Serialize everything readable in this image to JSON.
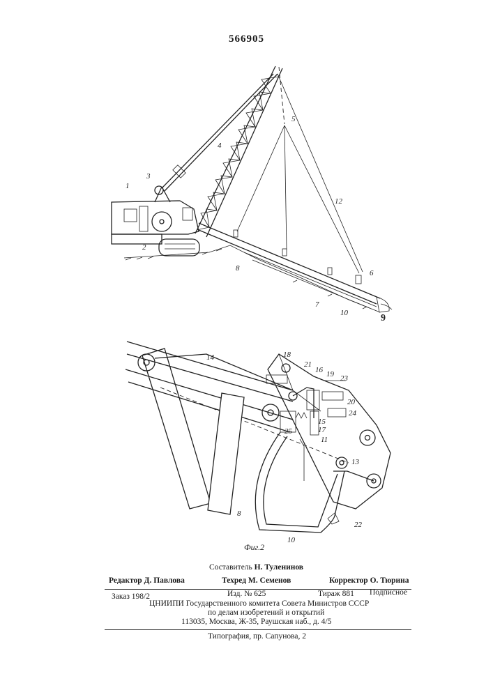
{
  "patent_number": "566905",
  "figure_caption": "Фиг.2",
  "figure1_labels": {
    "l1": "1",
    "l2": "2",
    "l3": "3",
    "l4": "4",
    "l5": "5",
    "l6": "6",
    "l7": "7",
    "l8": "8",
    "l9": "9",
    "l10": "10",
    "l12": "12"
  },
  "figure2_labels": {
    "l8": "8",
    "l10": "10",
    "l11": "11",
    "l13": "13",
    "l14": "14",
    "l15": "15",
    "l16": "16",
    "l17": "17",
    "l18": "18",
    "l19": "19",
    "l20": "20",
    "l21": "21",
    "l22": "22",
    "l23": "23",
    "l24": "24",
    "l25": "25"
  },
  "imprint": {
    "compiler_label": "Составитель",
    "compiler_name": "Н. Туленинов",
    "editor_label": "Редактор",
    "editor_name": "Д. Павлова",
    "techred_label": "Техред",
    "techred_name": "М. Семенов",
    "corrector_label": "Корректор",
    "corrector_name": "О. Тюрина",
    "order": "Заказ  198/2",
    "edition": "Изд.  №  625",
    "circulation": "Тираж  881",
    "subscription": "Подписное",
    "org_line1": "ЦНИИПИ Государственного комитета Совета Министров СССР",
    "org_line2": "по делам изобретений и открытий",
    "org_line3": "113035, Москва, Ж-35, Раушская наб., д. 4/5",
    "printing": "Типография, пр. Сапунова, 2"
  }
}
